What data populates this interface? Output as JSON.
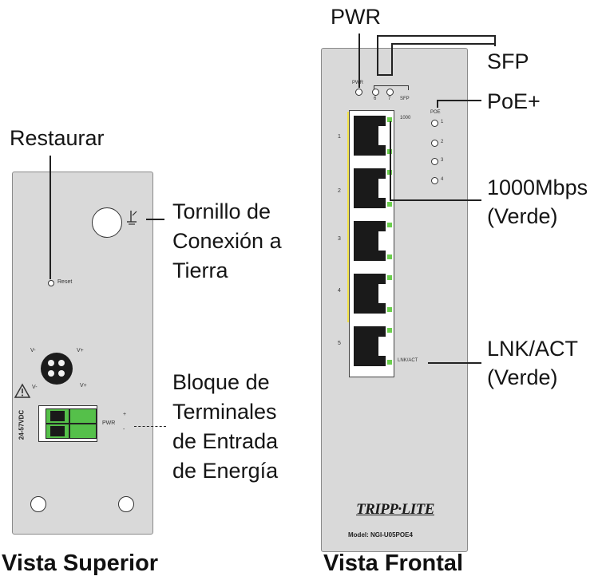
{
  "callouts": {
    "pwr": "PWR",
    "sfp": "SFP",
    "poe": "PoE+",
    "speed_1": "1000Mbps",
    "speed_2": "(Verde)",
    "lnk_1": "LNK/ACT",
    "lnk_2": "(Verde)",
    "restore": "Restaurar",
    "ground_1": "Tornillo de",
    "ground_2": "Conexión a",
    "ground_3": "Tierra",
    "terminal_1": "Bloque de",
    "terminal_2": "Terminales",
    "terminal_3": "de Entrada",
    "terminal_4": "de Energía"
  },
  "captions": {
    "top": "Vista Superior",
    "front": "Vista Frontal"
  },
  "top_panel": {
    "reset_label": "Reset",
    "voltage_label": "24-57VDC",
    "connector_pins": [
      "V-",
      "V+",
      "V-",
      "V+"
    ],
    "terminal_label": "PWR",
    "plus_sign": "+",
    "minus_sign": "-"
  },
  "front_panel": {
    "pwr_label": "PWR",
    "sfp_ports": [
      "6",
      "7"
    ],
    "sfp_label": "SFP",
    "speed_label": "1000",
    "poe_label": "POE",
    "poe_leds": [
      "1",
      "2",
      "3",
      "4"
    ],
    "ports": [
      "1",
      "2",
      "3",
      "4",
      "5"
    ],
    "lnk_label": "LNK/ACT",
    "brand": "TRIPP·LITE",
    "model": "Model: NGI-U05POE4"
  },
  "colors": {
    "panel": "#d9d9d9",
    "led_green": "#6ccf4e",
    "highlight_yellow": "#f2e24a",
    "terminal_green": "#55c04a"
  }
}
